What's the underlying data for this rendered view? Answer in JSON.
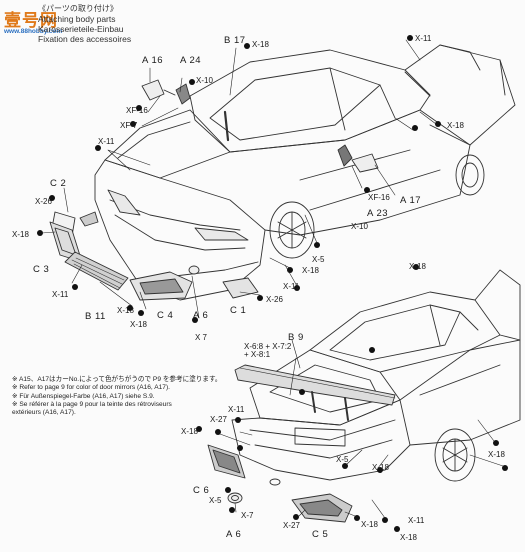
{
  "header": {
    "jp": "《パーツの取り付け》",
    "en": "Attaching body parts",
    "de": "Karosserieteile-Einbau",
    "fr": "Fixation des accessoires"
  },
  "watermark": {
    "cn": "壹号网",
    "url": "www.88hobby.com"
  },
  "labels": {
    "b17": "B 17",
    "x18a": "X-18",
    "x11a": "X-11",
    "a16": "A 16",
    "a24": "A 24",
    "x10a": "X-10",
    "xf16a": "XF-16",
    "xf7": "XF-7",
    "x18b": "X-18",
    "x11b": "X-11",
    "c2": "C 2",
    "x26a": "X-26",
    "x18c": "X-18",
    "c3": "C 3",
    "x11c": "X-11",
    "b11": "B 11",
    "x18d": "X-18",
    "x18e": "X-18",
    "c4": "C 4",
    "a6a": "A 6",
    "x7a": "X 7",
    "c1": "C 1",
    "x26b": "X-26",
    "x11d": "X-11",
    "x18f": "X-18",
    "x5a": "X-5",
    "x10b": "X-10",
    "a23": "A 23",
    "a17": "A 17",
    "xf16b": "XF-16",
    "x18g": "X-18",
    "x618": "X-6:8 + X-7:2",
    "x81": "+ X-8:1",
    "b9": "B 9",
    "x11e": "X-11",
    "x27a": "X-27",
    "x18h": "X-18",
    "x5b": "X-5",
    "x18i": "X-18",
    "c6": "C 6",
    "x7b": "X-7",
    "a6b": "A 6",
    "x27b": "X-27",
    "x18j": "X-18",
    "c5": "C 5",
    "x11f": "X-11",
    "x5c": "X-5",
    "x18k": "X-18",
    "x18l": "X-18"
  },
  "notes": [
    "※ A15、A17はカーNo.によって色がちがうので P9 を参考に塗ります。",
    "※ Refer to page 9 for color of door mirrors (A16, A17).",
    "※ Für Außenspiegel-Farbe (A16, A17) siehe S.9.",
    "※ Se référer à la page 9 pour la teinte des rétroviseurs",
    "   extérieurs (A16, A17)."
  ]
}
